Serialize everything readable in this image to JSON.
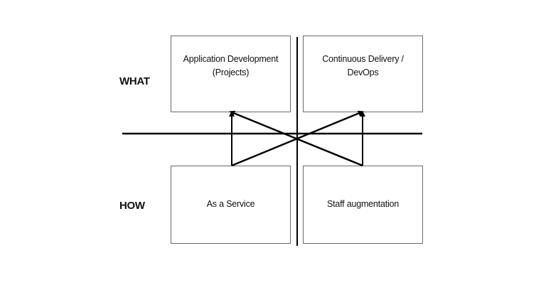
{
  "row_labels": {
    "what": "WHAT",
    "how": "HOW"
  },
  "boxes": {
    "application_development": "Application Development\n(Projects)",
    "continuous_delivery": "Continuous Delivery /\nDevOps",
    "as_a_service": "As a Service",
    "staff_augmentation": "Staff augmentation"
  },
  "colors": {
    "line": "#000000",
    "box_border": "#6a6a6a",
    "text": "#111111"
  }
}
